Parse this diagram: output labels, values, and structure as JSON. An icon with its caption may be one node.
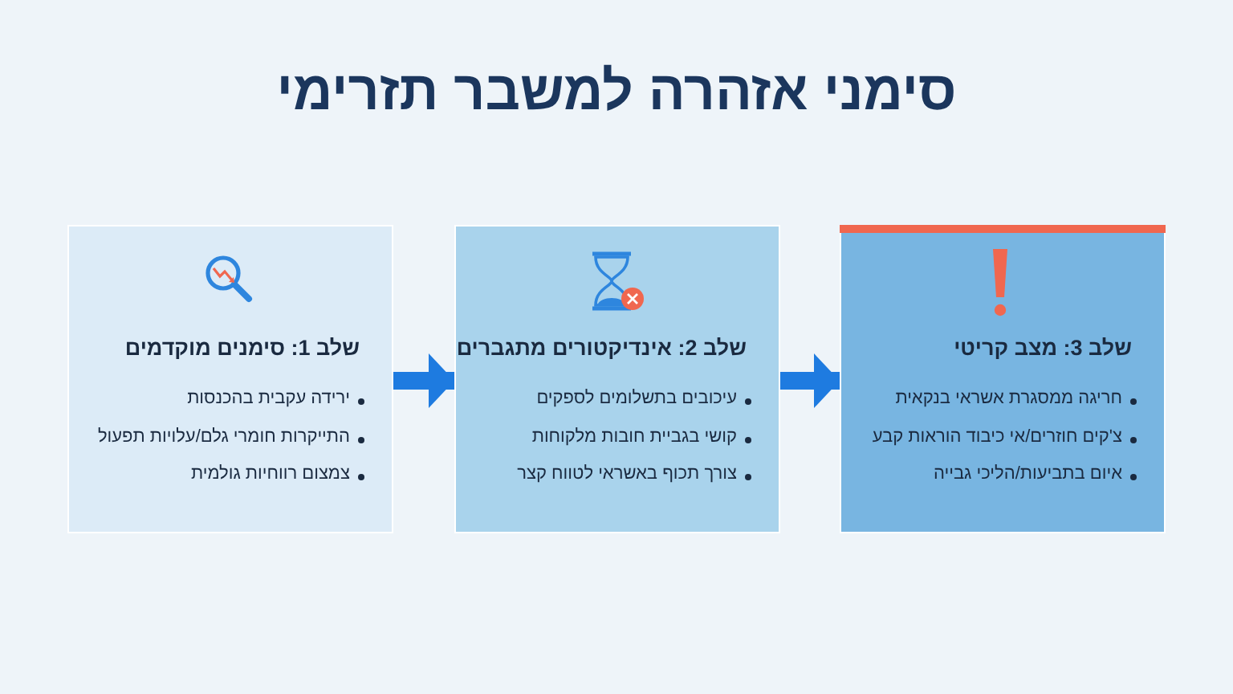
{
  "diagram": {
    "title": "סימני אזהרה למשבר תזרימי",
    "nodes": [
      {
        "text": [
          "שלב 1: סימנים מוקדמים",
          "ירידה עקבית בהכנסות",
          "התייקרות חומרי גלם/עלויות תפעול",
          "צמצום רווחיות גולמית"
        ]
      },
      {
        "text": [
          "שלב 2: אינדיקטורים מתגברים",
          "עיכובים בתשלומים לספקים",
          "קושי בגביית חובות מלקוחות",
          "צורך תכוף באשראי לטווח קצר"
        ]
      },
      {
        "text": [
          "שלב 3: מצב קריטי",
          "חריגה ממסגרת אשראי בנקאית",
          "צ'קים חוזרים/אי כיבוד הוראות קבע",
          "איום בתביעות/הליכי גבייה"
        ]
      }
    ],
    "edges": [
      {
        "from": 0,
        "to": 1,
        "arrow": "to"
      },
      {
        "from": 1,
        "to": 2,
        "arrow": "to"
      }
    ]
  }
}
